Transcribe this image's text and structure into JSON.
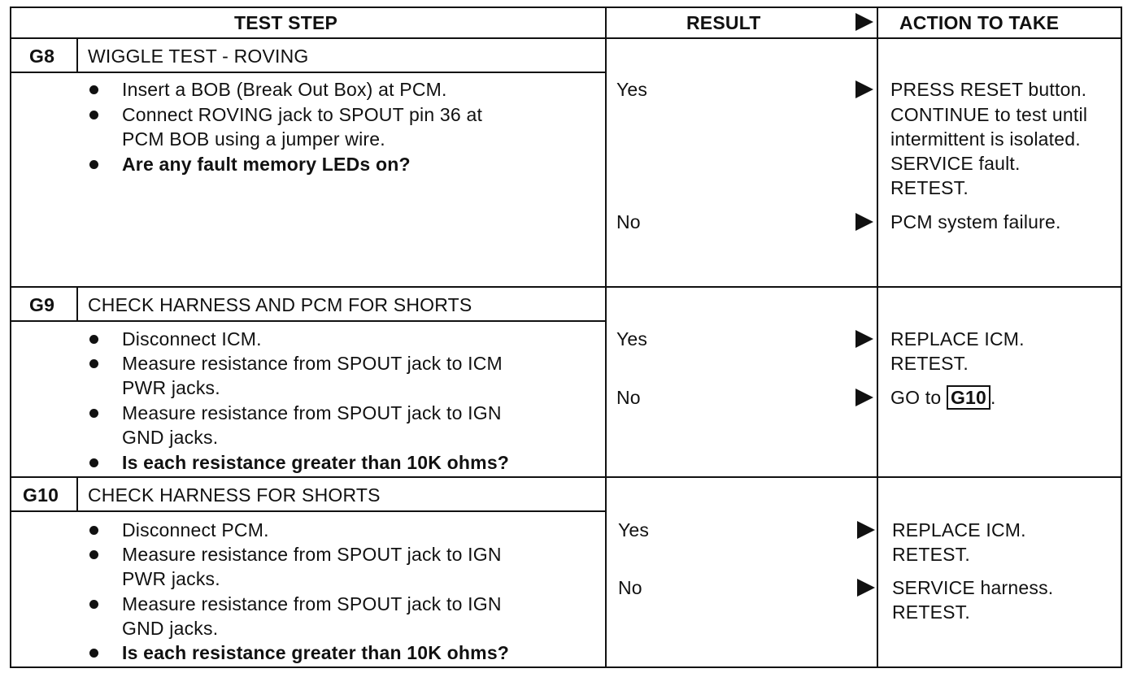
{
  "header": {
    "test_step": "TEST STEP",
    "result": "RESULT",
    "action": "ACTION TO TAKE"
  },
  "steps": [
    {
      "id": "G8",
      "title": "WIGGLE TEST - ROVING",
      "bullets": [
        [
          "Insert a BOB (Break Out Box) at PCM."
        ],
        [
          "Connect ROVING jack to SPOUT pin 36 at",
          "PCM BOB using a jumper wire."
        ],
        [
          "Are any fault memory LEDs on?"
        ]
      ],
      "results": [
        {
          "label": "Yes",
          "action": [
            "PRESS RESET button.",
            "CONTINUE to test until",
            "intermittent is isolated.",
            "SERVICE fault.",
            "RETEST."
          ]
        },
        {
          "label": "No",
          "action": [
            "PCM system failure."
          ]
        }
      ]
    },
    {
      "id": "G9",
      "title": "CHECK HARNESS AND PCM FOR SHORTS",
      "bullets": [
        [
          "Disconnect ICM."
        ],
        [
          "Measure resistance from SPOUT jack to ICM",
          "PWR jacks."
        ],
        [
          "Measure resistance from SPOUT jack to IGN",
          "GND jacks."
        ],
        [
          "Is each resistance greater than 10K ohms?"
        ]
      ],
      "results": [
        {
          "label": "Yes",
          "action": [
            "REPLACE ICM.",
            "RETEST."
          ]
        },
        {
          "label": "No",
          "action_prefix": "GO to ",
          "action_ref": "G10",
          "action_suffix": "."
        }
      ]
    },
    {
      "id": "G10",
      "title": "CHECK HARNESS FOR SHORTS",
      "bullets": [
        [
          "Disconnect PCM."
        ],
        [
          "Measure resistance from SPOUT jack to IGN",
          "PWR jacks."
        ],
        [
          "Measure resistance from SPOUT jack to IGN",
          "GND jacks."
        ],
        [
          "Is each resistance greater than 10K ohms?"
        ]
      ],
      "results": [
        {
          "label": "Yes",
          "action": [
            "REPLACE ICM.",
            "RETEST."
          ]
        },
        {
          "label": "No",
          "action": [
            "SERVICE harness.",
            "RETEST."
          ]
        }
      ]
    }
  ]
}
